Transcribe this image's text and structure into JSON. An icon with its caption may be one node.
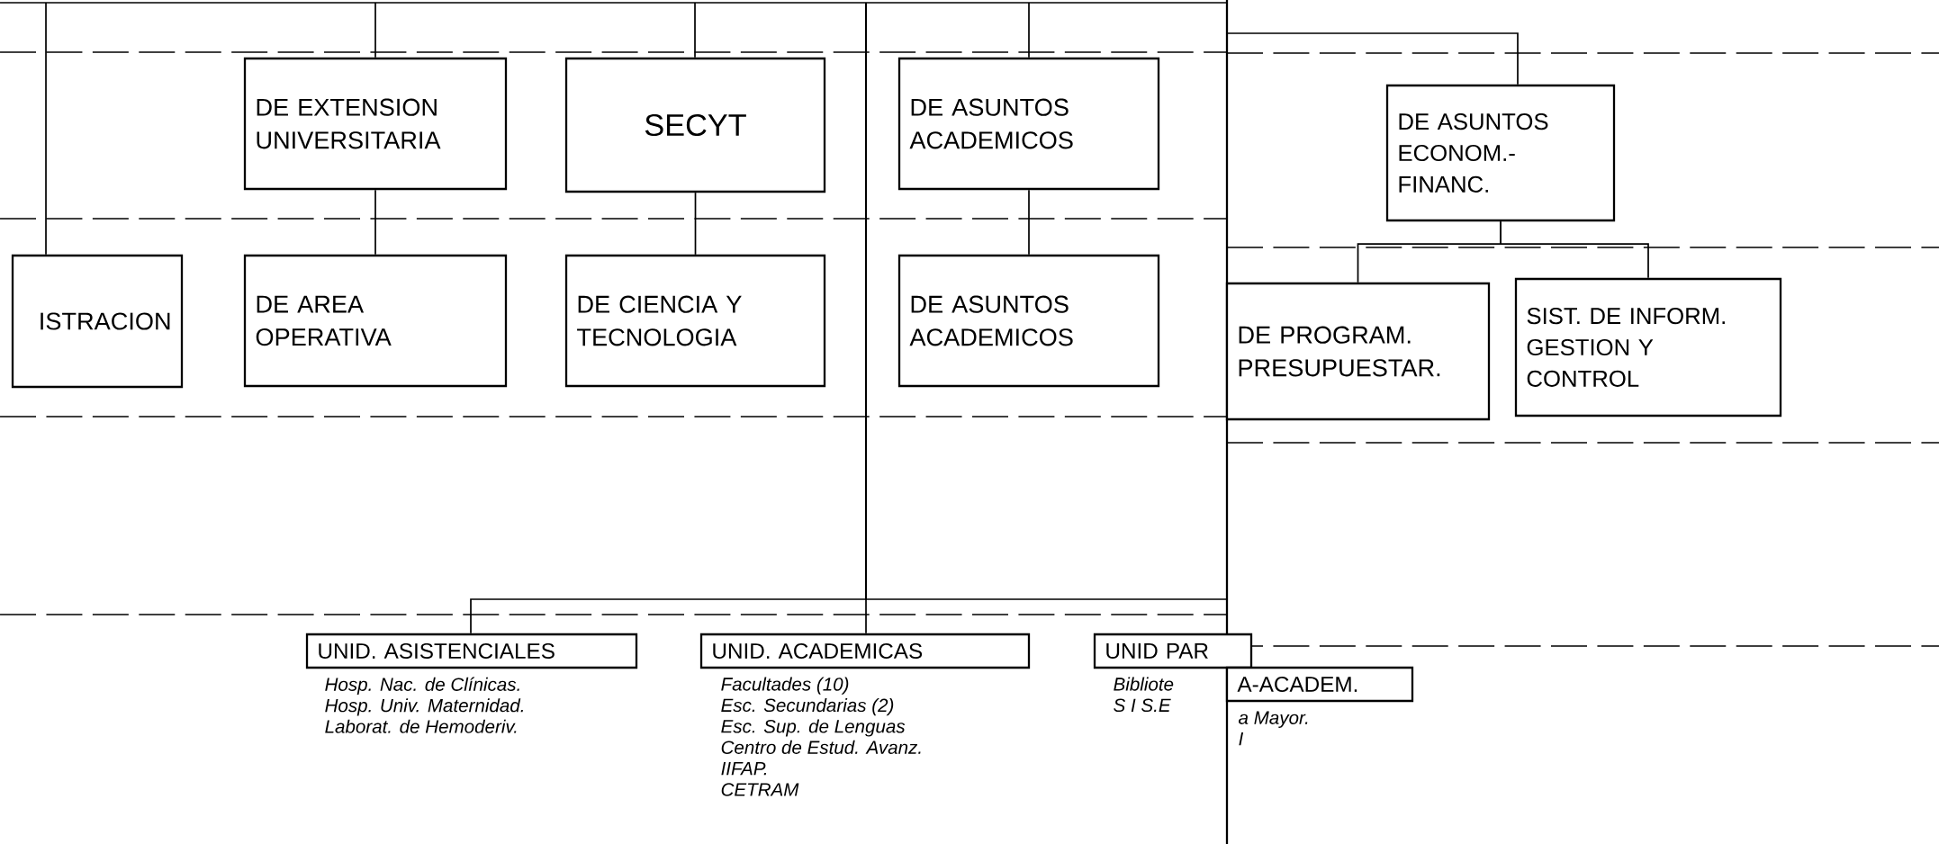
{
  "diagram": {
    "nodes": [
      {
        "text": [
          "ISTRACION"
        ]
      },
      {
        "text": [
          "DE EXTENSION UNIVERSITARIA"
        ]
      },
      {
        "text": [
          "SECYT"
        ]
      },
      {
        "text": [
          "DE ASUNTOS ACADEMICOS"
        ]
      },
      {
        "text": [
          "DE AREA OPERATIVA"
        ]
      },
      {
        "text": [
          "DE CIENCIA Y TECNOLOGIA"
        ]
      },
      {
        "text": [
          "DE ASUNTOS ACADEMICOS"
        ]
      },
      {
        "text": [
          "DE ASUNTOS ECONOM.- FINANC."
        ]
      },
      {
        "text": [
          "DE PROGRAM. PRESUPUESTAR."
        ]
      },
      {
        "text": [
          "SIST. DE INFORM. GESTION Y CONTROL"
        ]
      },
      {
        "text": [
          "UNID. ASISTENCIALES"
        ],
        "beside": [
          "Hosp. Nac. de Clínicas.",
          "Hosp. Univ. Maternidad.",
          "Laborat. de Hemoderiv."
        ]
      },
      {
        "text": [
          "UNID. ACADEMICAS"
        ],
        "beside": [
          "Facultades (10)",
          "Esc. Secundarias (2)",
          "Esc. Sup. de Lenguas",
          "Centro de Estud. Avanz.",
          "IIFAP.",
          "CETRAM"
        ]
      },
      {
        "text": [
          "UNID PAR"
        ],
        "beside": [
          "Bibliote",
          "S I S.E"
        ]
      },
      {
        "text": [
          "A-ACADEM."
        ],
        "beside": [
          "a Mayor.",
          "I"
        ]
      }
    ],
    "edges": [
      {
        "from": null,
        "to": 0,
        "arrow": "none"
      },
      {
        "from": null,
        "to": 1,
        "arrow": "none"
      },
      {
        "from": null,
        "to": 2,
        "arrow": "none"
      },
      {
        "from": null,
        "to": 3,
        "arrow": "none"
      },
      {
        "from": 1,
        "to": 4,
        "arrow": "none"
      },
      {
        "from": 2,
        "to": 5,
        "arrow": "none"
      },
      {
        "from": 3,
        "to": 6,
        "arrow": "none"
      },
      {
        "from": null,
        "to": 7,
        "arrow": "none"
      },
      {
        "from": 7,
        "to": 8,
        "arrow": "none"
      },
      {
        "from": 7,
        "to": 9,
        "arrow": "none"
      },
      {
        "from": null,
        "to": 10,
        "arrow": "none"
      },
      {
        "from": null,
        "to": 11,
        "arrow": "none"
      },
      {
        "from": null,
        "to": 12,
        "arrow": "none"
      }
    ]
  }
}
